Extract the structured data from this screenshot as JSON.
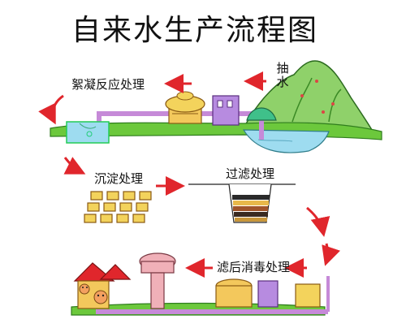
{
  "title": "自来水生产流程图",
  "steps": {
    "pumping": "抽水",
    "flocculation": "絮凝反应处理",
    "sedimentation": "沉淀处理",
    "filtration": "过滤处理",
    "disinfection": "滤后消毒处理"
  },
  "colors": {
    "arrow": "#e0262c",
    "grass": "#6cc83c",
    "water": "#9edcf0",
    "mountain": "#8fd16a",
    "pipe": "#c68ad8",
    "tank_yellow": "#f3d35c",
    "building_purple": "#b78be0",
    "tower_pink": "#f0b0b8"
  },
  "icons": [
    "mountain-icon",
    "water-tower-icon",
    "house-icon",
    "tank-icon",
    "filter-bed-icon",
    "sedimentation-tank-icon"
  ]
}
